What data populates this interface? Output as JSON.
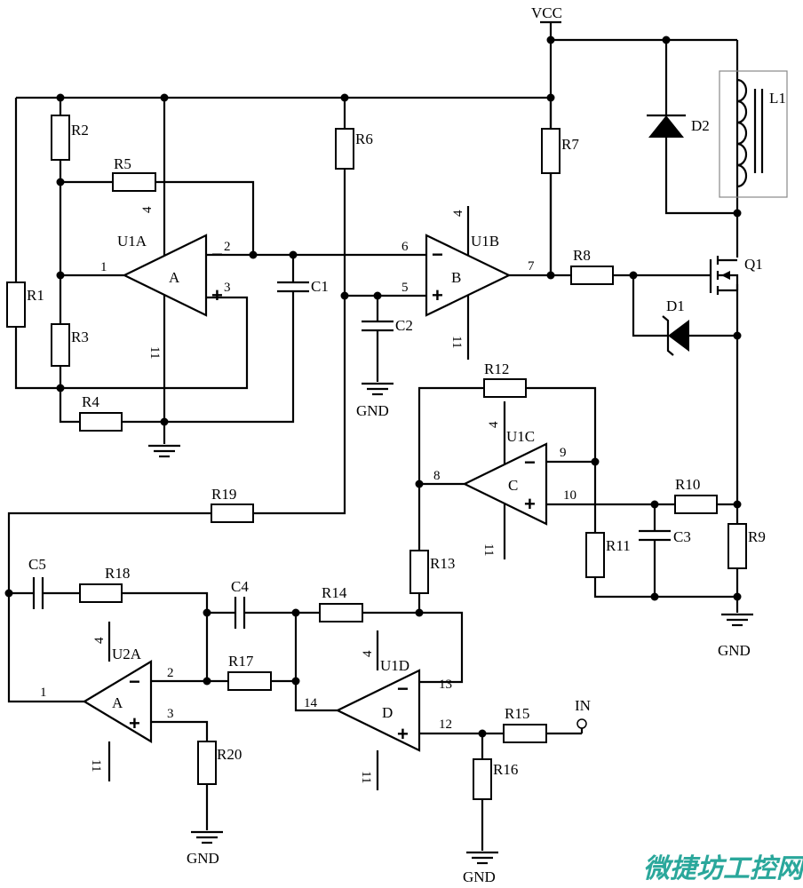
{
  "labels": {
    "vcc": "VCC",
    "gnd": "GND",
    "in": "IN"
  },
  "components": {
    "R1": "R1",
    "R2": "R2",
    "R3": "R3",
    "R4": "R4",
    "R5": "R5",
    "R6": "R6",
    "R7": "R7",
    "R8": "R8",
    "R9": "R9",
    "R10": "R10",
    "R11": "R11",
    "R12": "R12",
    "R13": "R13",
    "R14": "R14",
    "R15": "R15",
    "R16": "R16",
    "R17": "R17",
    "R18": "R18",
    "R19": "R19",
    "R20": "R20",
    "C1": "C1",
    "C2": "C2",
    "C3": "C3",
    "C4": "C4",
    "C5": "C5",
    "D1": "D1",
    "D2": "D2",
    "L1": "L1",
    "Q1": "Q1"
  },
  "opamps": {
    "U1A": {
      "ref": "U1A",
      "unit": "A",
      "out": "1",
      "inv": "2",
      "noninv": "3",
      "vpos": "4",
      "vneg": "11"
    },
    "U1B": {
      "ref": "U1B",
      "unit": "B",
      "out": "7",
      "inv": "6",
      "noninv": "5",
      "vpos": "4",
      "vneg": "11"
    },
    "U1C": {
      "ref": "U1C",
      "unit": "C",
      "out": "8",
      "inv": "9",
      "noninv": "10",
      "vpos": "4",
      "vneg": "11"
    },
    "U1D": {
      "ref": "U1D",
      "unit": "D",
      "out": "14",
      "inv": "13",
      "noninv": "12",
      "vpos": "4",
      "vneg": "11"
    },
    "U2A": {
      "ref": "U2A",
      "unit": "A",
      "out": "1",
      "inv": "2",
      "noninv": "3",
      "vpos": "4",
      "vneg": "11"
    }
  },
  "signs": {
    "minus": "−",
    "plus": "+"
  },
  "watermark": "微捷坊工控网"
}
